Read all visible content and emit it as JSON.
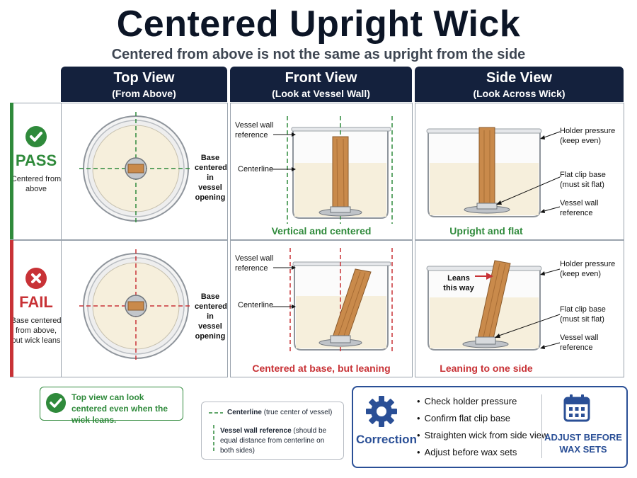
{
  "title": "Centered Upright Wick",
  "subtitle": "Centered from above is not the same as upright from the side",
  "columns": [
    {
      "title": "Top View",
      "subtitle": "(From Above)"
    },
    {
      "title": "Front View",
      "subtitle": "(Look at Vessel Wall)"
    },
    {
      "title": "Side View",
      "subtitle": "(Look Across Wick)"
    }
  ],
  "rows": {
    "pass": {
      "status": "PASS",
      "description": "Centered from above",
      "top_annotation": "Base centered in vessel opening",
      "front_annotations": {
        "wall_reference": "Vessel wall reference",
        "centerline": "Centerline"
      },
      "front_caption": "Vertical and centered",
      "side_annotations": {
        "holder_pressure": "Holder pressure (keep even)",
        "flat_clip": "Flat clip base (must sit flat)",
        "wall_reference": "Vessel wall reference"
      },
      "side_caption": "Upright and flat"
    },
    "fail": {
      "status": "FAIL",
      "description": "Base centered from above, but wick leans",
      "top_annotation": "Base centered in vessel opening",
      "front_annotations": {
        "wall_reference": "Vessel wall reference",
        "centerline": "Centerline"
      },
      "front_caption": "Centered at base, but leaning",
      "side_annotations": {
        "leans": "Leans this way",
        "holder_pressure": "Holder pressure (keep even)",
        "flat_clip": "Flat clip base (must sit flat)",
        "wall_reference": "Vessel wall reference"
      },
      "side_caption": "Leaning to one side"
    }
  },
  "note": "Top view can look centered even when the wick leans.",
  "legend": {
    "centerline_term": "Centerline",
    "centerline_desc": "(true center of vessel)",
    "wall_term": "Vessel wall reference",
    "wall_desc": "(should be equal distance from centerline on both sides)"
  },
  "correction": {
    "label": "Correction",
    "items": [
      "Check holder pressure",
      "Confirm flat clip base",
      "Straighten wick from side view",
      "Adjust before wax sets"
    ],
    "action": "ADJUST BEFORE WAX SETS"
  },
  "colors": {
    "pass": "#2f8a3b",
    "fail": "#c83236",
    "header": "#14213d",
    "accent": "#2a4f96",
    "wax": "#f6efdc",
    "wood": "#c98a4b"
  },
  "icons": [
    "check-icon",
    "x-icon",
    "gear-icon",
    "calendar-icon"
  ]
}
